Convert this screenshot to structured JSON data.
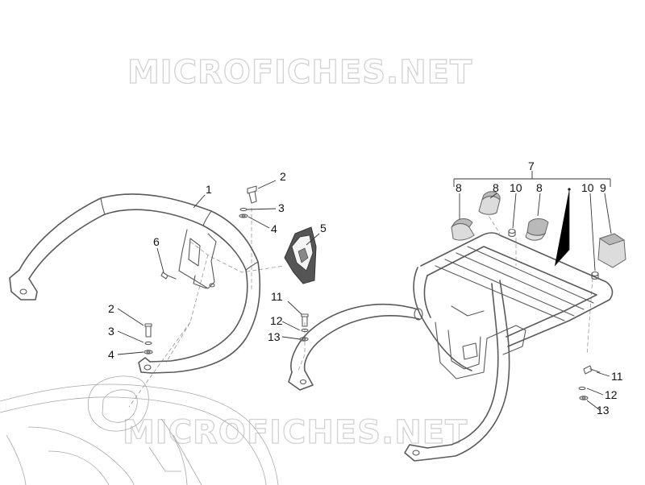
{
  "watermark": {
    "top": "MICROFICHES.NET",
    "bottom": "MICROFICHES.NET"
  },
  "callouts": [
    {
      "label": "1"
    },
    {
      "label": "2"
    },
    {
      "label": "3"
    },
    {
      "label": "4"
    },
    {
      "label": "5"
    },
    {
      "label": "6"
    },
    {
      "label": "2"
    },
    {
      "label": "3"
    },
    {
      "label": "4"
    },
    {
      "label": "7"
    },
    {
      "label": "8"
    },
    {
      "label": "8"
    },
    {
      "label": "10"
    },
    {
      "label": "8"
    },
    {
      "label": "10"
    },
    {
      "label": "9"
    },
    {
      "label": "11"
    },
    {
      "label": "12"
    },
    {
      "label": "13"
    },
    {
      "label": "11"
    },
    {
      "label": "12"
    },
    {
      "label": "13"
    }
  ]
}
